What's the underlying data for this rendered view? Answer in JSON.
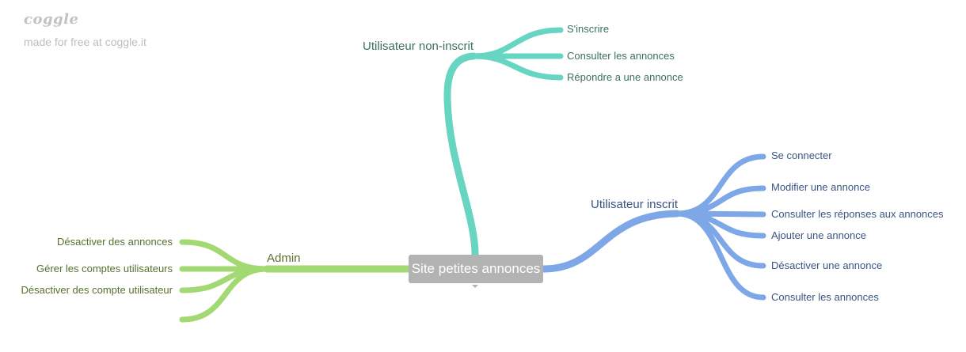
{
  "header": {
    "logo": "coggle",
    "tagline": "made for free at coggle.it"
  },
  "colors": {
    "teal": "#66d5c2",
    "blue": "#7da7e6",
    "green": "#a3d972",
    "center": "#b3b3b3"
  },
  "center": {
    "label": "Site petites annonces"
  },
  "branches": {
    "non_inscrit": {
      "label": "Utilisateur non-inscrit",
      "items": [
        "S'inscrire",
        "Consulter les annonces",
        "Répondre a une annonce"
      ]
    },
    "inscrit": {
      "label": "Utilisateur inscrit",
      "items": [
        "Se connecter",
        "Modifier une annonce",
        "Consulter les réponses aux annonces",
        "Ajouter une annonce",
        "Désactiver une annonce",
        "Consulter les annonces"
      ]
    },
    "admin": {
      "label": "Admin",
      "items": [
        "Désactiver des annonces",
        "Gérer les comptes utilisateurs",
        "Désactiver des compte utilisateur",
        ""
      ]
    }
  }
}
